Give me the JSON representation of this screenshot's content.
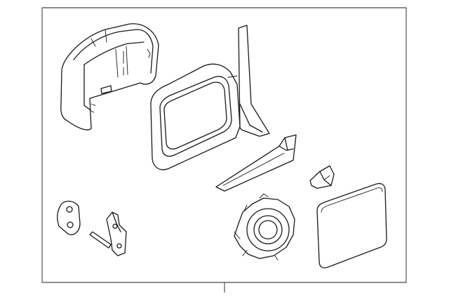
{
  "diagram": {
    "parts": [
      {
        "id": "mirror-cover-cap"
      },
      {
        "id": "mirror-housing-assembly"
      },
      {
        "id": "mirror-trim-cover"
      },
      {
        "id": "mirror-clip"
      },
      {
        "id": "mirror-gasket"
      },
      {
        "id": "mirror-bracket"
      },
      {
        "id": "mirror-actuator-motor"
      },
      {
        "id": "mirror-glass"
      }
    ],
    "colors": {
      "line": "#1a1a1a",
      "background": "#ffffff"
    }
  }
}
